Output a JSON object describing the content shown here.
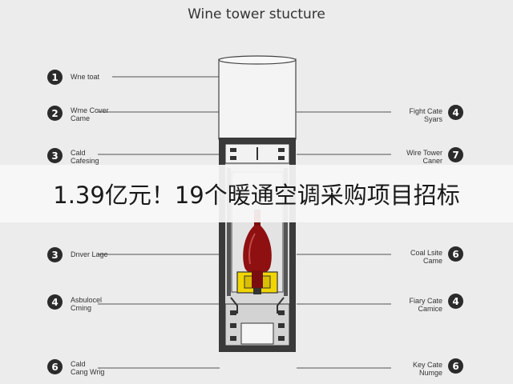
{
  "diagram": {
    "title": "Wine tower stucture",
    "left_callouts": [
      {
        "num": "1",
        "text": "Wne toat"
      },
      {
        "num": "2",
        "text": "Wme Cover\nCame"
      },
      {
        "num": "3",
        "text": "Cald\nCafesing"
      },
      {
        "num": "3",
        "text": "Dnver Lage"
      },
      {
        "num": "4",
        "text": "Asbulocel\nCming"
      },
      {
        "num": "6",
        "text": "Cald\nCang Wrig"
      }
    ],
    "right_callouts": [
      {
        "num": "4",
        "text": "Fight Cate\nSyars"
      },
      {
        "num": "7",
        "text": "Wire Tower\nCaner"
      },
      {
        "num": "6",
        "text": "Coal Lsite\nCame"
      },
      {
        "num": "4",
        "text": "Fiary Cate\nCamice"
      },
      {
        "num": "6",
        "text": "Key Cate\nNumge"
      }
    ],
    "colors": {
      "wine": "#8e1010",
      "holder": "#f1d500",
      "frame": "#2b2b2b"
    }
  },
  "banner": {
    "text": "1.39亿元！19个暖通空调采购项目招标"
  }
}
